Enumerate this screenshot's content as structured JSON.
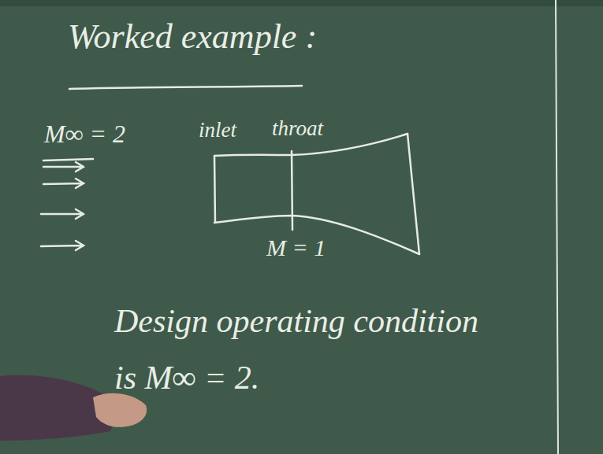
{
  "diagram": {
    "title": "Worked example :",
    "labels": [
      "M∞ = 2",
      "inlet",
      "throat",
      "M = 1",
      "Design operating condition is M∞ = 2."
    ]
  }
}
